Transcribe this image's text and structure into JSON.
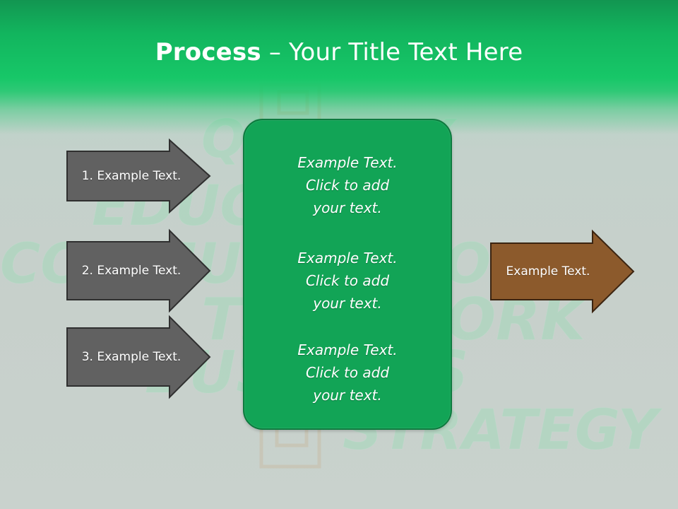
{
  "slide": {
    "title_strong": "Process",
    "title_rest": " – Your Title Text Here",
    "left_items": [
      {
        "label": "1. Example Text."
      },
      {
        "label": "2. Example Text."
      },
      {
        "label": "3. Example Text."
      }
    ],
    "center_blocks": [
      {
        "line1": "Example Text.",
        "line2": "Click  to add",
        "line3": "your text."
      },
      {
        "line1": "Example Text.",
        "line2": "Click  to add",
        "line3": "your text."
      },
      {
        "line1": "Example Text.",
        "line2": "Click  to add",
        "line3": "your text."
      }
    ],
    "right_item": {
      "label": "Example Text."
    }
  },
  "background_words": {
    "word_1": "QUALITY",
    "word_2": "EDUCATION",
    "word_3": "COMMUNICATION",
    "word_4": "TEAMWORK",
    "word_5": "BUSINESS",
    "word_6": "STRATEGY"
  },
  "colors": {
    "header_green": "#17c768",
    "center_green": "#12a456",
    "left_arrow_gray": "#616161",
    "right_arrow_brown": "#8c5a2c"
  }
}
